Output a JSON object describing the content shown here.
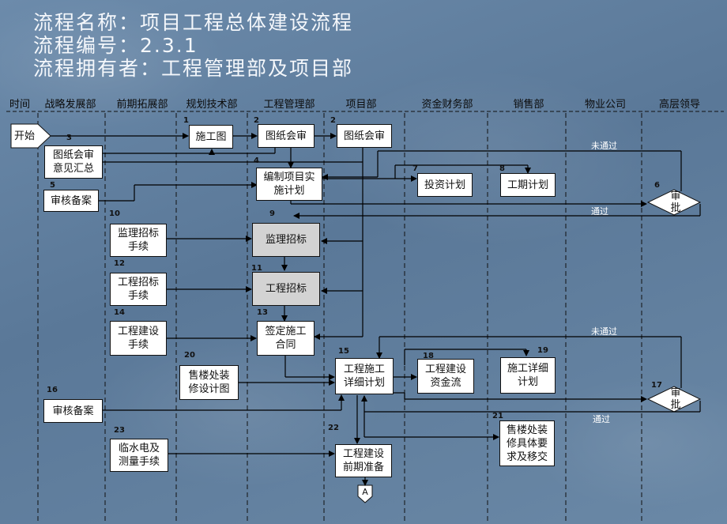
{
  "header": {
    "line1": "流程名称：项目工程总体建设流程",
    "line2": "流程编号：2.3.1",
    "line3": "流程拥有者：工程管理部及项目部"
  },
  "departments": [
    "时间",
    "战略发展部",
    "前期拓展部",
    "规划技术部",
    "工程管理部",
    "项目部",
    "资金财务部",
    "销售部",
    "物业公司",
    "高层领导"
  ],
  "steps": {
    "start": "开始",
    "s1": "施工图",
    "s2a": "图纸会审",
    "s2b": "图纸会审",
    "s3": "图纸会审\n意见汇总",
    "s4": "编制项目实\n施计划",
    "s5": "审核备案",
    "s6": "审\n批",
    "s7": "投资计划",
    "s8": "工期计划",
    "s9": "监理招标",
    "s10": "监理招标\n手续",
    "s11": "工程招标",
    "s12": "工程招标\n手续",
    "s13": "签定施工\n合同",
    "s14": "工程建设\n手续",
    "s15": "工程施工\n详细计划",
    "s16": "审核备案",
    "s17": "审\n批",
    "s18": "工程建设\n资金流",
    "s19": "施工详细\n计划",
    "s20": "售楼处装\n修设计图",
    "s21": "售楼处装\n修具体要\n求及移交",
    "s22": "工程建设\n前期准备",
    "s23": "临水电及\n测量手续",
    "connector": "A"
  },
  "numbers": [
    "1",
    "2",
    "2",
    "3",
    "4",
    "5",
    "6",
    "7",
    "8",
    "9",
    "10",
    "11",
    "12",
    "13",
    "14",
    "15",
    "16",
    "17",
    "18",
    "19",
    "20",
    "21",
    "22",
    "23"
  ],
  "notes": {
    "fail1": "未通过",
    "pass1": "通过",
    "fail2": "未通过",
    "pass2": "通过"
  },
  "colors": {
    "background": "#5f7f9e",
    "title_text": "#f4f7fb",
    "box_fill": "#ffffff",
    "tender_box_fill": "#d3d3d3",
    "line": "#000000"
  }
}
